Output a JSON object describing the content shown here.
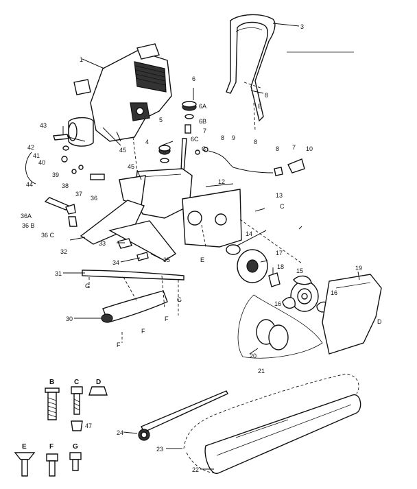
{
  "labels": {
    "l1": "1",
    "l3": "3",
    "l4": "4",
    "l5": "5",
    "l6": "6",
    "l6A": "6A",
    "l6B": "6B",
    "l6C": "6C",
    "l7a": "7",
    "l7b": "7",
    "l8a": "8",
    "l8b": "8",
    "l8c": "8",
    "l8d": "8",
    "l9": "9",
    "l10": "10",
    "l12": "12",
    "l13": "13",
    "l14": "14",
    "l15": "15",
    "l16a": "16",
    "l16b": "16",
    "l17": "17",
    "l18": "18",
    "l19": "19",
    "l20": "20",
    "l21": "21",
    "l22": "22",
    "l23": "23",
    "l24": "24",
    "l30": "30",
    "l31": "31",
    "l32": "32",
    "l33": "33",
    "l34": "34",
    "l35": "35",
    "l36": "36",
    "l36A": "36A",
    "l36B": "36 B",
    "l36C": "36 C",
    "l37": "37",
    "l38": "38",
    "l39": "39",
    "l40": "40",
    "l41": "41",
    "l42": "42",
    "l43": "43",
    "l44": "44",
    "l45a": "45",
    "l45b": "45",
    "l47": "47",
    "lB1": "B",
    "lC1": "C",
    "lC2": "C",
    "lE1": "E",
    "lF1": "F",
    "lF2": "F",
    "lF3": "F",
    "lG1": "G",
    "lG2": "G",
    "lD": "D"
  },
  "fastener_keys": {
    "B": "B",
    "C": "C",
    "D": "D",
    "E": "E",
    "F": "F",
    "G": "G"
  }
}
